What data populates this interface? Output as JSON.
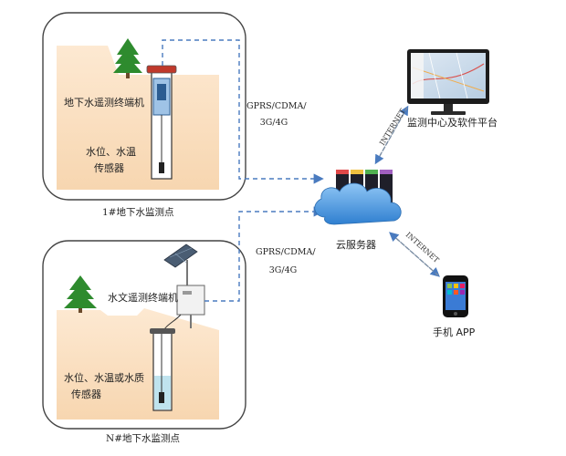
{
  "site1": {
    "terminal_label": "地下水遥测终端机",
    "sensor_label_line1": "水位、水温",
    "sensor_label_line2": "传感器",
    "caption": "1#地下水监测点",
    "link_label_line1": "GPRS/CDMA/",
    "link_label_line2": "3G/4G"
  },
  "siteN": {
    "terminal_label": "水文遥测终端机",
    "sensor_label_line1": "水位、水温或水质",
    "sensor_label_line2": "传感器",
    "caption": "N#地下水监测点",
    "link_label_line1": "GPRS/CDMA/",
    "link_label_line2": "3G/4G"
  },
  "cloud": {
    "label": "云服务器"
  },
  "monitor_center": {
    "label": "监测中心及软件平台",
    "link_label": "INTERNET"
  },
  "phone": {
    "label": "手机 APP",
    "link_label": "INTERNET"
  },
  "colors": {
    "ground": "#fbe3c8",
    "tree": "#2e8b2e",
    "dashed_link": "#4a7bbf",
    "cloud": "#4a90d9",
    "panel_border": "#444444",
    "server_tops": [
      "#e04848",
      "#f0c040",
      "#50b050",
      "#a060c0"
    ]
  }
}
